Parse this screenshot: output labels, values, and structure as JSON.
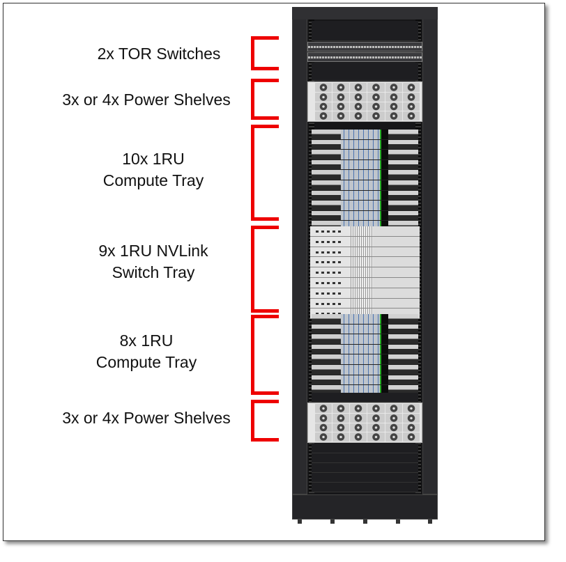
{
  "labels": [
    {
      "line1": "2x TOR Switches"
    },
    {
      "line1": "3x or 4x Power Shelves"
    },
    {
      "line1": "10x 1RU",
      "line2": "Compute Tray"
    },
    {
      "line1": "9x 1RU NVLink",
      "line2": "Switch Tray"
    },
    {
      "line1": "8x 1RU",
      "line2": "Compute Tray"
    },
    {
      "line1": "3x or 4x Power Shelves"
    }
  ],
  "counts": {
    "tor_switches": 2,
    "compute_upper": 10,
    "nvlink_switch": 9,
    "compute_lower": 8
  },
  "colors": {
    "bracket": "#e00000",
    "rack": "#1a1a1c"
  }
}
